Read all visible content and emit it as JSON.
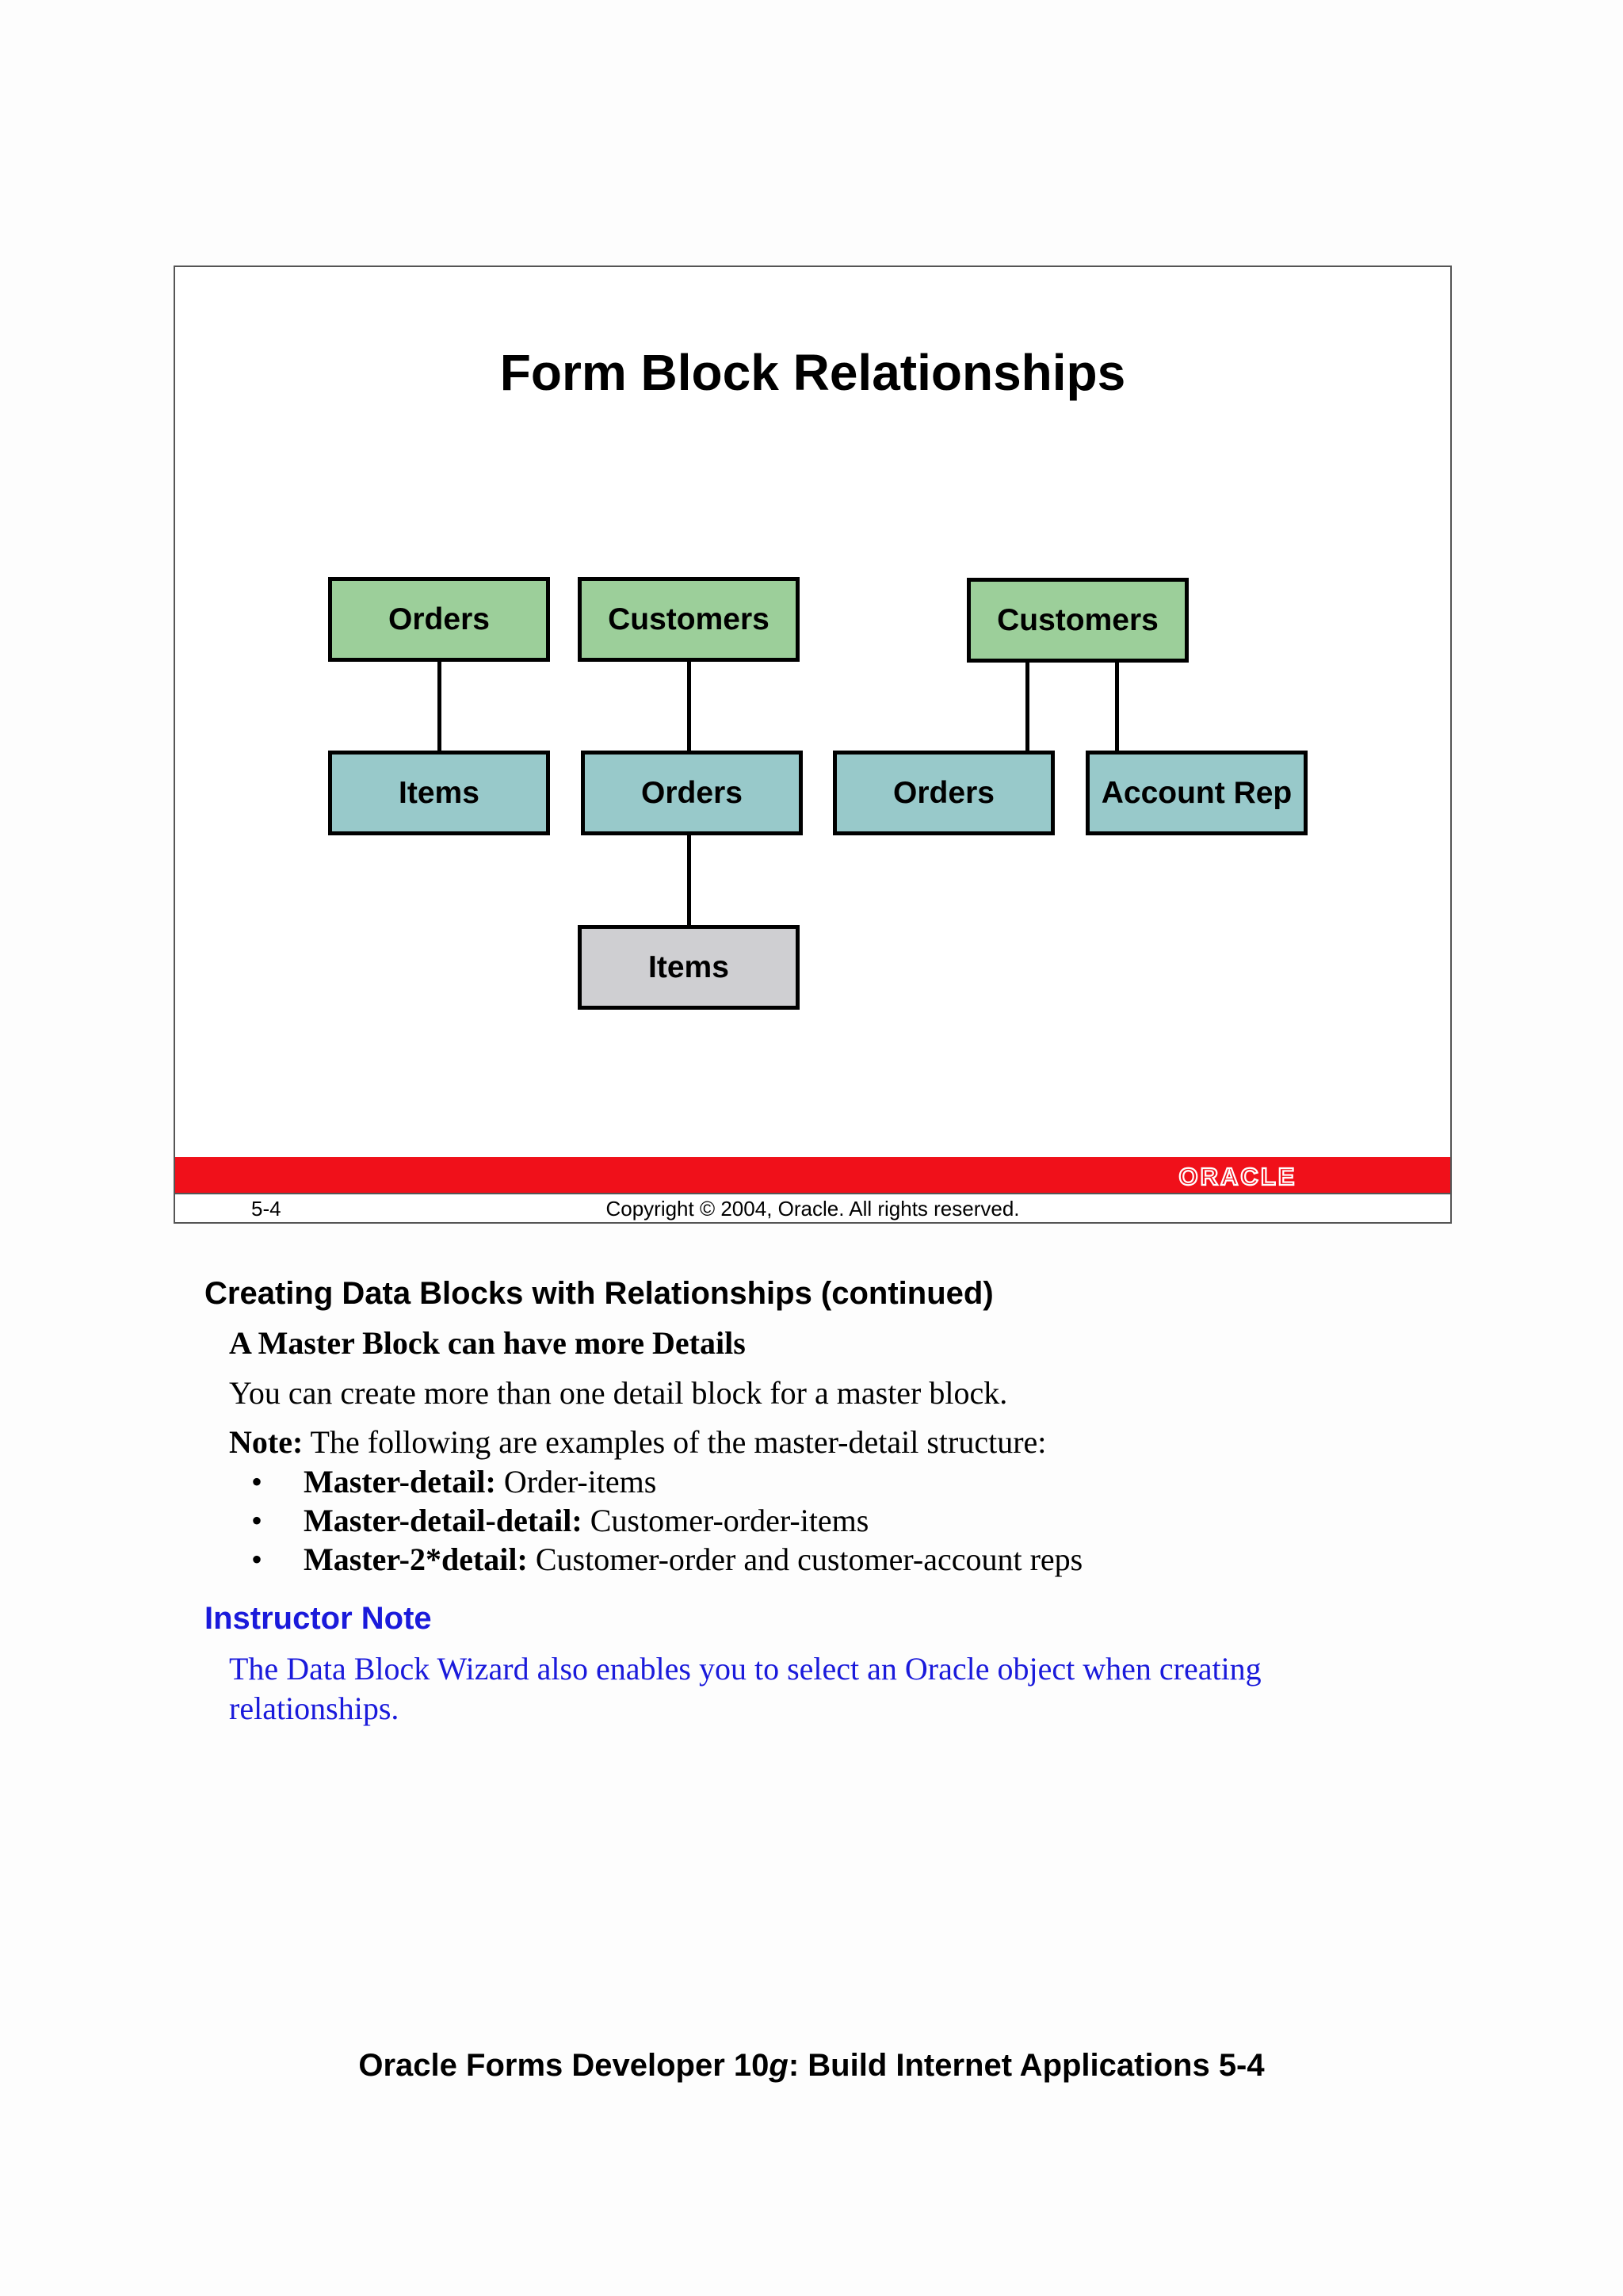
{
  "slide": {
    "title": "Form Block Relationships",
    "slide_number": "5-4",
    "copyright": "Copyright © 2004, Oracle.  All rights reserved.",
    "logo_text": "ORACLE",
    "brand_color": "#f0101a",
    "diagram": {
      "group1": {
        "master": "Orders",
        "detail": "Items"
      },
      "group2": {
        "master": "Customers",
        "detail": "Orders",
        "subdetail": "Items"
      },
      "group3": {
        "master": "Customers",
        "detail1": "Orders",
        "detail2": "Account Rep"
      },
      "colors": {
        "master": "#9ccf9a",
        "detail": "#98c9ca",
        "subdetail": "#cfcfd2"
      }
    }
  },
  "notes": {
    "heading": "Creating Data Blocks with Relationships (continued)",
    "subheading": "A Master Block can have more Details",
    "paragraph": "You can create more than one detail block for a master block.",
    "note_label": "Note:",
    "note_text": " The following are examples of the master-detail structure:",
    "bullets": [
      {
        "label": "Master-detail:",
        "text": " Order-items"
      },
      {
        "label": "Master-detail-detail:",
        "text": " Customer-order-items"
      },
      {
        "label": "Master-2*detail:",
        "text": " Customer-order and customer-account reps"
      }
    ],
    "bullet_char": "•",
    "instructor_heading": "Instructor Note",
    "instructor_text": "The Data Block Wizard also enables you to select an Oracle object when creating relationships.",
    "instructor_color": "#1a1adb"
  },
  "footer": {
    "prefix": "Oracle Forms Developer 10",
    "italic": "g",
    "suffix": ": Build Internet Applications   5-4"
  }
}
